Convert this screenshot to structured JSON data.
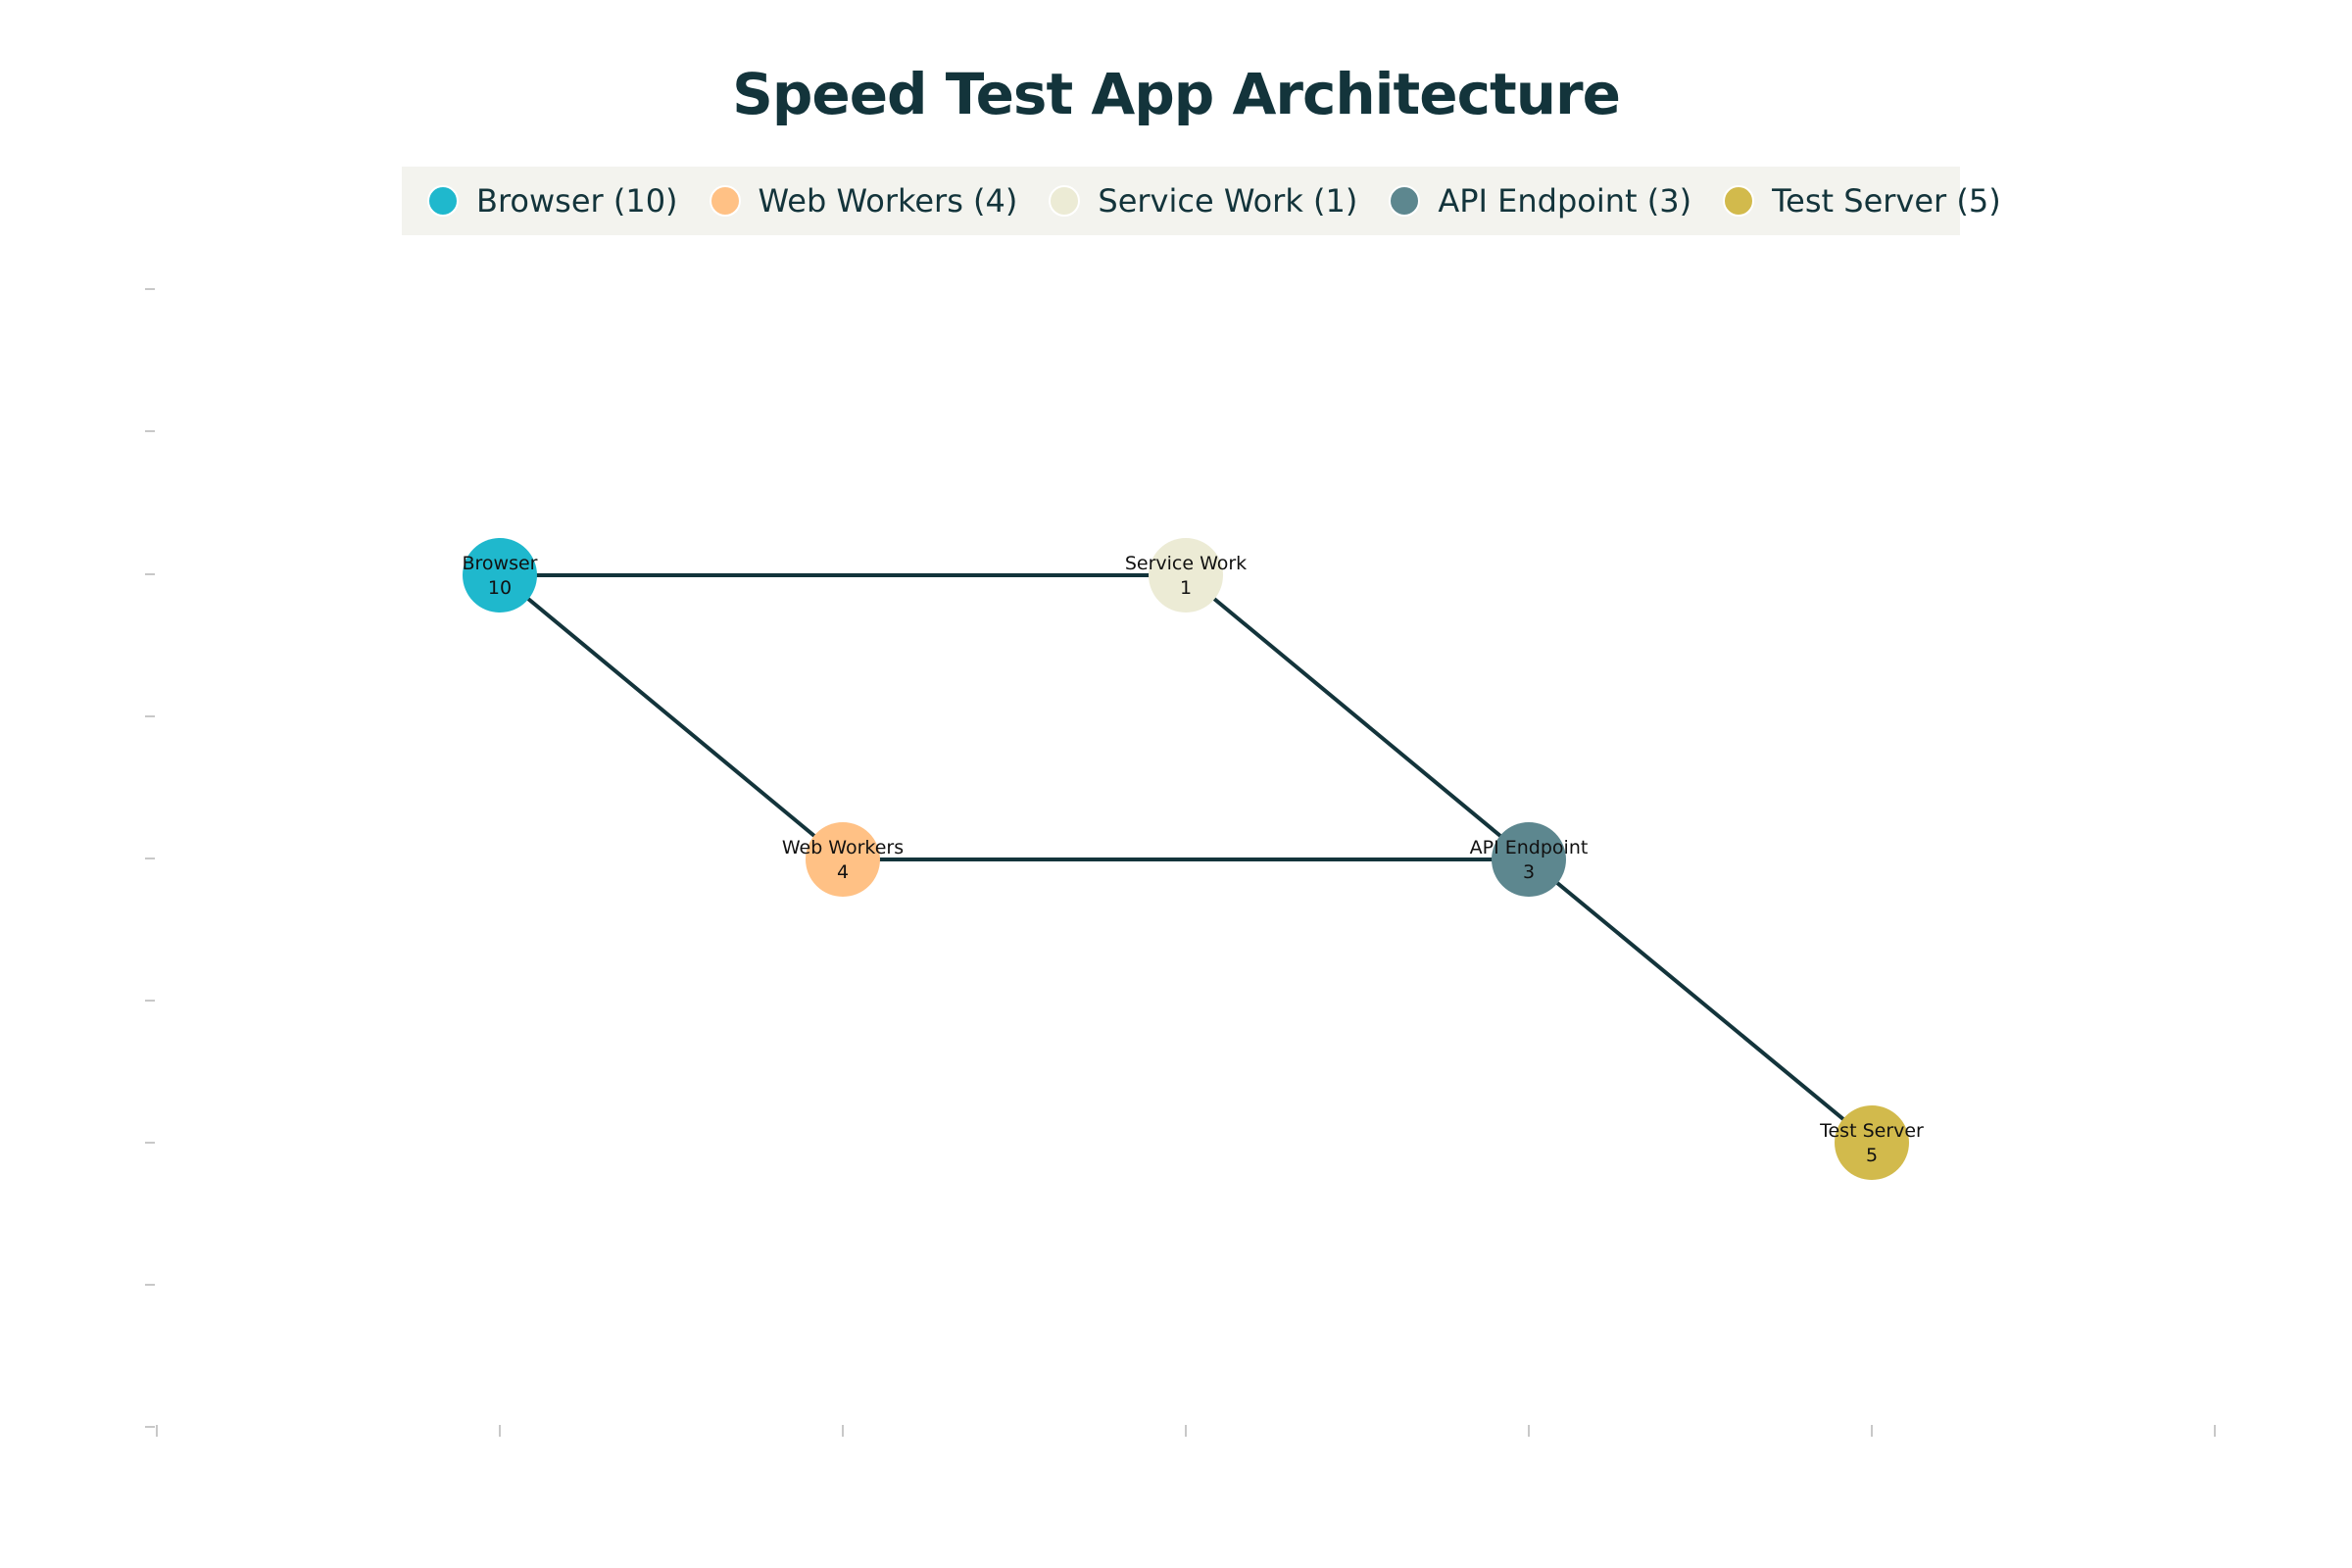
{
  "title": "Speed Test App Architecture",
  "colors": {
    "edge": "#13343b",
    "axis_tick": "#c8c8c8",
    "legend_bg": "#f3f3ee"
  },
  "nodes": [
    {
      "id": "browser",
      "label": "Browser",
      "value": "10",
      "color": "#1fb8cd"
    },
    {
      "id": "web-workers",
      "label": "Web Workers",
      "value": "4",
      "color": "#ffc185"
    },
    {
      "id": "service-work",
      "label": "Service Work",
      "value": "1",
      "color": "#ecebd5"
    },
    {
      "id": "api-endpoint",
      "label": "API Endpoint",
      "value": "3",
      "color": "#5d878f"
    },
    {
      "id": "test-server",
      "label": "Test Server",
      "value": "5",
      "color": "#d2ba4c"
    }
  ],
  "legend": [
    {
      "label": "Browser (10)",
      "color": "#1fb8cd"
    },
    {
      "label": "Web Workers (4)",
      "color": "#ffc185"
    },
    {
      "label": "Service Work (1)",
      "color": "#ecebd5"
    },
    {
      "label": "API Endpoint (3)",
      "color": "#5d878f"
    },
    {
      "label": "Test Server (5)",
      "color": "#d2ba4c"
    }
  ],
  "edges": [
    {
      "from": "browser",
      "to": "service-work"
    },
    {
      "from": "browser",
      "to": "web-workers"
    },
    {
      "from": "web-workers",
      "to": "api-endpoint"
    },
    {
      "from": "service-work",
      "to": "api-endpoint"
    },
    {
      "from": "api-endpoint",
      "to": "test-server"
    }
  ]
}
